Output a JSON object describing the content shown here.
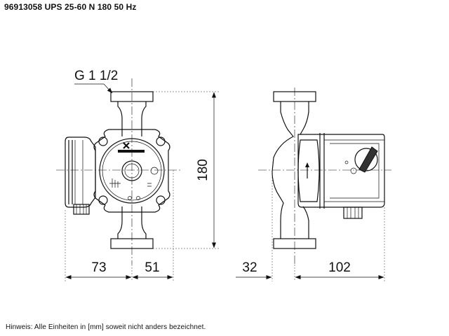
{
  "header": {
    "title": "96913058 UPS 25-60 N 180 50 Hz"
  },
  "thread_label": "G 1 1/2",
  "dimensions": {
    "height": "180",
    "width_left": "73",
    "width_right": "51",
    "side_left": "32",
    "side_right": "102"
  },
  "footnote": "Hinweis: Alle Einheiten in [mm] soweit nicht anders bezeichnet."
}
